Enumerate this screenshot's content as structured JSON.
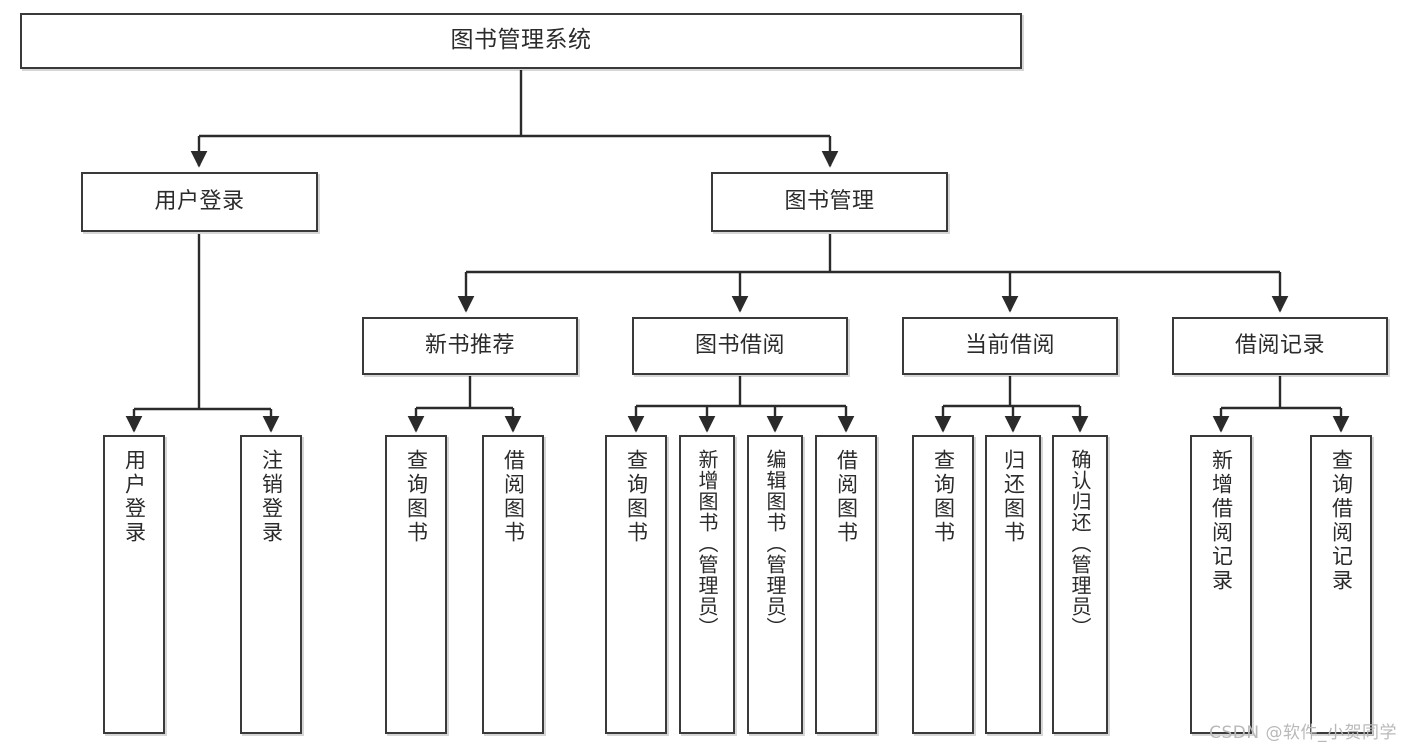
{
  "diagram": {
    "title": "图书管理系统",
    "type": "tree-hierarchy-chart",
    "watermark": "CSDN @软件_小贺同学",
    "colors": {
      "box_border": "#3a3a3a",
      "box_fill": "#ffffff",
      "connector": "#2b2b2b",
      "text": "#2b2b2b",
      "watermark": "#b9b9b9"
    },
    "root": {
      "label": "图书管理系统"
    },
    "level1": [
      {
        "label": "用户登录"
      },
      {
        "label": "图书管理"
      }
    ],
    "level2": [
      {
        "label": "新书推荐"
      },
      {
        "label": "图书借阅"
      },
      {
        "label": "当前借阅"
      },
      {
        "label": "借阅记录"
      }
    ],
    "leaves": {
      "user_login": [
        {
          "label": "用户登录"
        },
        {
          "label": "注销登录"
        }
      ],
      "new_book_recommend": [
        {
          "label": "查询图书"
        },
        {
          "label": "借阅图书"
        }
      ],
      "book_borrow": [
        {
          "label": "查询图书"
        },
        {
          "label": "新增图书（管理员）"
        },
        {
          "label": "编辑图书（管理员）"
        },
        {
          "label": "借阅图书"
        }
      ],
      "current_borrow": [
        {
          "label": "查询图书"
        },
        {
          "label": "归还图书"
        },
        {
          "label": "确认归还（管理员）"
        }
      ],
      "borrow_record": [
        {
          "label": "新增借阅记录"
        },
        {
          "label": "查询借阅记录"
        }
      ]
    }
  }
}
